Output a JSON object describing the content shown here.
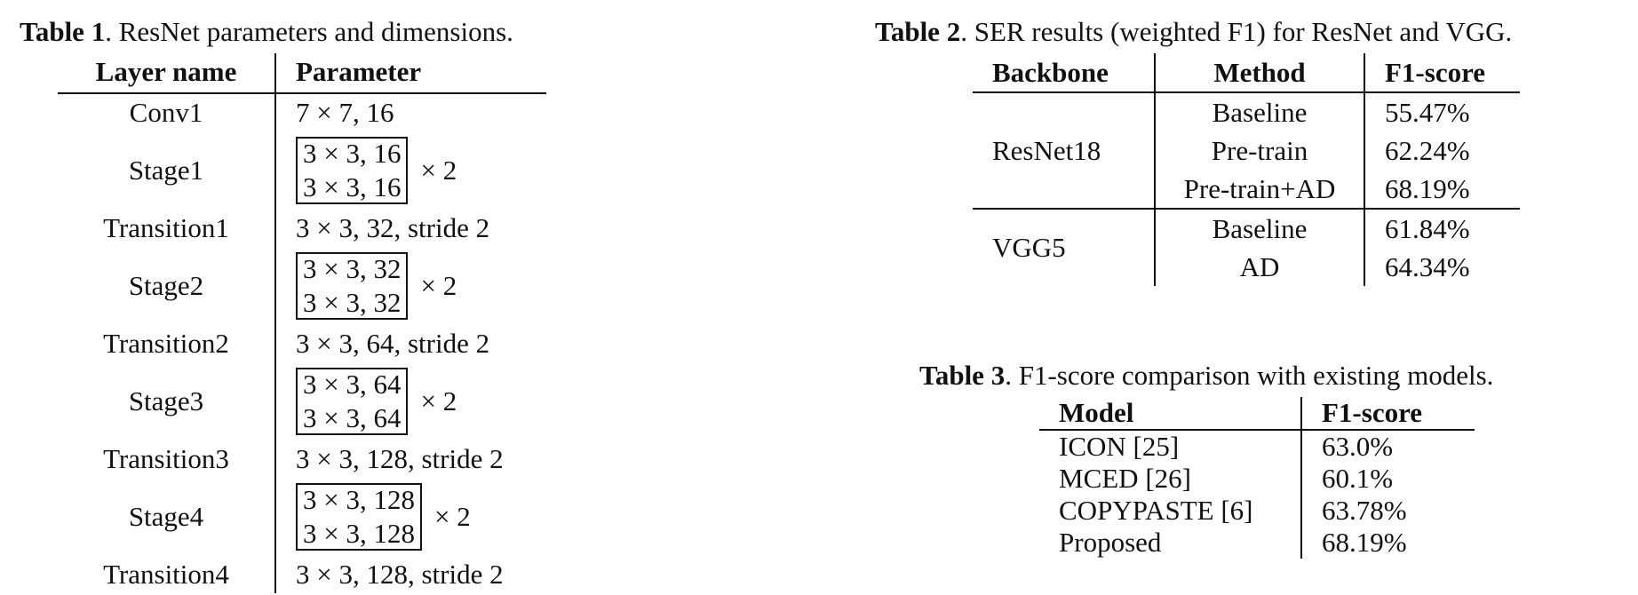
{
  "table1": {
    "caption_bold": "Table 1",
    "caption_text": ". ResNet parameters and dimensions.",
    "headers": [
      "Layer name",
      "Parameter"
    ],
    "rows": [
      {
        "name": "Conv1",
        "param": "7 × 7, 16"
      },
      {
        "name": "Stage1",
        "block": [
          "3 × 3, 16",
          "3 × 3, 16"
        ],
        "times": "× 2"
      },
      {
        "name": "Transition1",
        "param": "3 × 3, 32, stride 2"
      },
      {
        "name": "Stage2",
        "block": [
          "3 × 3, 32",
          "3 × 3, 32"
        ],
        "times": "× 2"
      },
      {
        "name": "Transition2",
        "param": "3 × 3, 64, stride 2"
      },
      {
        "name": "Stage3",
        "block": [
          "3 × 3, 64",
          "3 × 3, 64"
        ],
        "times": "× 2"
      },
      {
        "name": "Transition3",
        "param": "3 × 3, 128, stride 2"
      },
      {
        "name": "Stage4",
        "block": [
          "3 × 3, 128",
          "3 × 3, 128"
        ],
        "times": "× 2"
      },
      {
        "name": "Transition4",
        "param": "3 × 3, 128, stride 2"
      }
    ]
  },
  "table2": {
    "caption_bold": "Table 2",
    "caption_text": ". SER results (weighted F1) for ResNet and VGG.",
    "headers": [
      "Backbone",
      "Method",
      "F1-score"
    ],
    "groups": [
      {
        "backbone": "ResNet18",
        "rows": [
          {
            "method": "Baseline",
            "f1": "55.47%"
          },
          {
            "method": "Pre-train",
            "f1": "62.24%"
          },
          {
            "method": "Pre-train+AD",
            "f1": "68.19%"
          }
        ]
      },
      {
        "backbone": "VGG5",
        "rows": [
          {
            "method": "Baseline",
            "f1": "61.84%"
          },
          {
            "method": "AD",
            "f1": "64.34%"
          }
        ]
      }
    ]
  },
  "table3": {
    "caption_bold": "Table 3",
    "caption_text": ". F1-score comparison with existing models.",
    "headers": [
      "Model",
      "F1-score"
    ],
    "rows": [
      {
        "model": "ICON [25]",
        "f1": "63.0%"
      },
      {
        "model": "MCED [26]",
        "f1": "60.1%"
      },
      {
        "model": "COPYPASTE [6]",
        "f1": "63.78%"
      },
      {
        "model": "Proposed",
        "f1": "68.19%"
      }
    ]
  }
}
